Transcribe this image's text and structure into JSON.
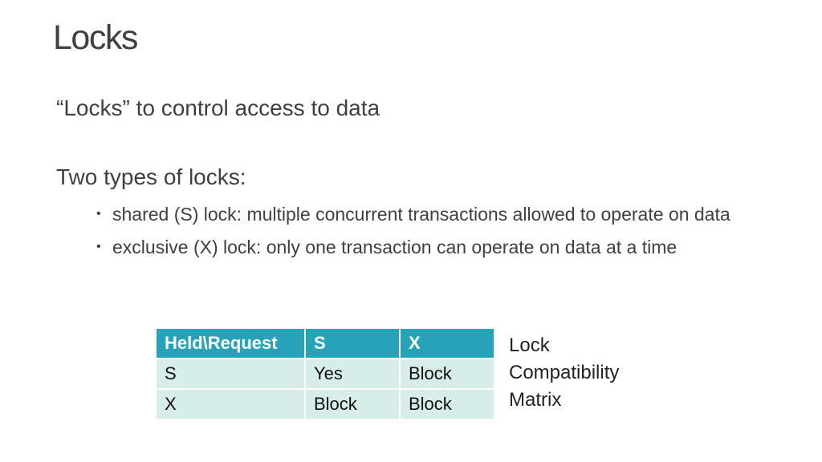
{
  "slide": {
    "title": "Locks",
    "subtitle": "“Locks” to control access to data",
    "types_heading": "Two types of locks:",
    "bullets": [
      "shared (S) lock: multiple concurrent transactions allowed to operate on data",
      "exclusive (X) lock: only one transaction can operate on data at a time"
    ],
    "bullet_glyph": "•"
  },
  "matrix": {
    "headers": [
      "Held\\Request",
      "S",
      "X"
    ],
    "rows": [
      [
        "S",
        "Yes",
        "Block"
      ],
      [
        "X",
        "Block",
        "Block"
      ]
    ],
    "caption_lines": [
      "Lock",
      "Compatibility",
      "Matrix"
    ]
  },
  "colors": {
    "header_bg": "#26a3b8",
    "cell_bg": "#d6ede8",
    "text": "#404040"
  }
}
